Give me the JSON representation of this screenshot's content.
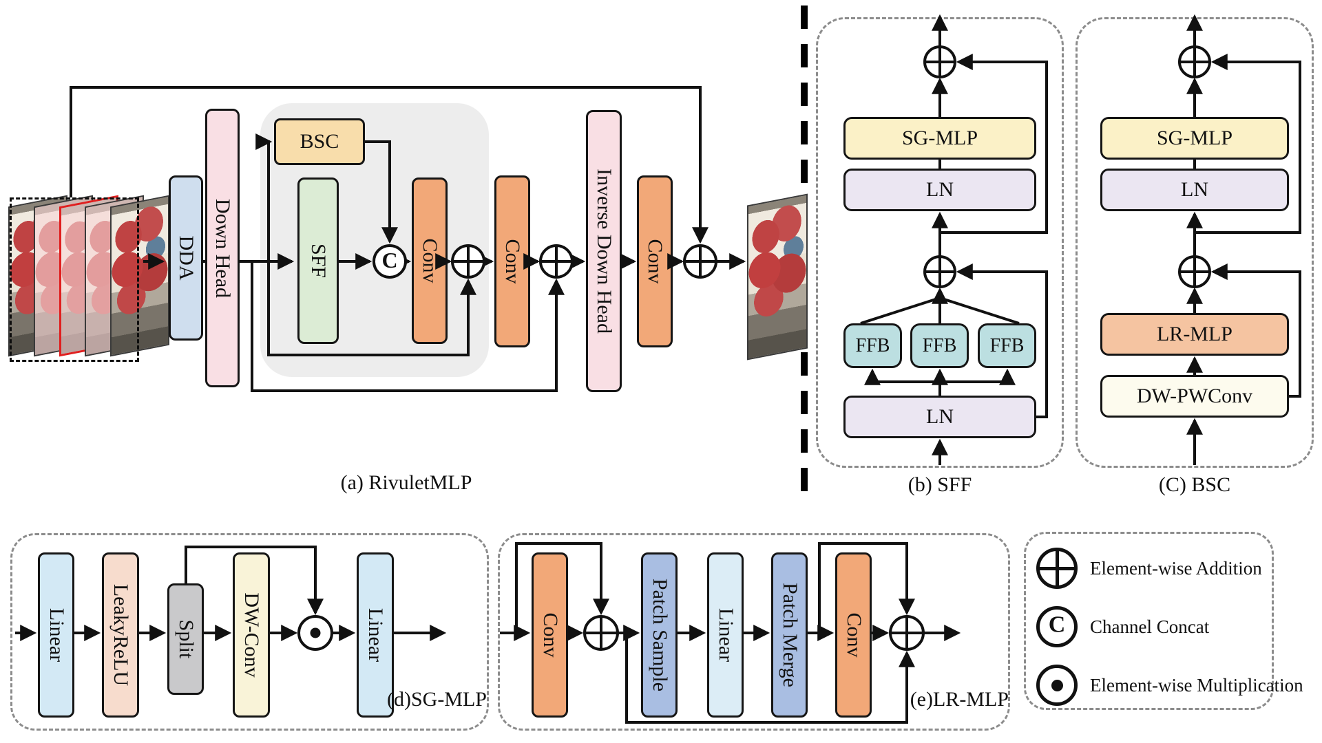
{
  "figure": {
    "panels": {
      "a": {
        "caption": "(a) RivuletMLP",
        "dda": "DDA",
        "down_head": "Down Head",
        "bsc": "BSC",
        "sff": "SFF",
        "conv1": "Conv",
        "conv2": "Conv",
        "conv3": "Conv",
        "inverse_down_head": "Inverse Down Head"
      },
      "b": {
        "caption": "(b) SFF",
        "sg_mlp": "SG-MLP",
        "ln_top": "LN",
        "ffb1": "FFB",
        "ffb2": "FFB",
        "ffb3": "FFB",
        "ln_bottom": "LN"
      },
      "c": {
        "caption": "(C) BSC",
        "sg_mlp": "SG-MLP",
        "ln": "LN",
        "lr_mlp": "LR-MLP",
        "dw_pwconv": "DW-PWConv"
      },
      "d": {
        "caption": "(d)SG-MLP",
        "linear_in": "Linear",
        "leaky_relu": "LeakyReLU",
        "split": "Split",
        "dw_conv": "DW-Conv",
        "linear_out": "Linear"
      },
      "e": {
        "caption": "(e)LR-MLP",
        "conv1": "Conv",
        "patch_sample": "Patch Sample",
        "linear": "Linear",
        "patch_merge": "Patch Merge",
        "conv2": "Conv"
      }
    },
    "legend": {
      "items": [
        {
          "symbol": "plus-circle",
          "label": "Element-wise Addition"
        },
        {
          "symbol": "c-circle",
          "label": "Channel Concat"
        },
        {
          "symbol": "dot-circle",
          "label": "Element-wise Multiplication"
        }
      ]
    },
    "symbols": {
      "concat": "C"
    },
    "colors": {
      "dda": "#cfdeee",
      "head_pink": "#f9dfe4",
      "bsc": "#f8ddab",
      "sff": "#dcecd5",
      "conv": "#f2a878",
      "sg_mlp": "#fbf1c7",
      "ln": "#ebe6f2",
      "ffb": "#bcdfe1",
      "lr_mlp": "#f5c4a1",
      "dw_pwconv": "#fdfbee",
      "linear_d": "#d3e9f5",
      "leaky_relu": "#f7dccd",
      "split": "#c9c9cb",
      "dw_conv": "#f9f3d8",
      "patch": "#a9bee2",
      "linear_e": "#dcedf6"
    }
  }
}
